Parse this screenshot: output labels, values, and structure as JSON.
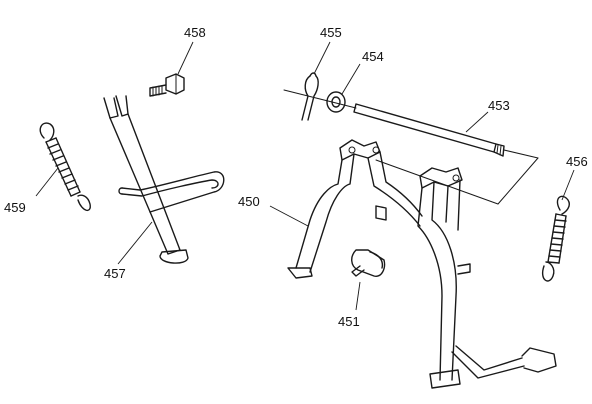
{
  "callouts": {
    "p458": "458",
    "p455": "455",
    "p454": "454",
    "p453": "453",
    "p456": "456",
    "p459": "459",
    "p450": "450",
    "p457": "457",
    "p451": "451"
  }
}
